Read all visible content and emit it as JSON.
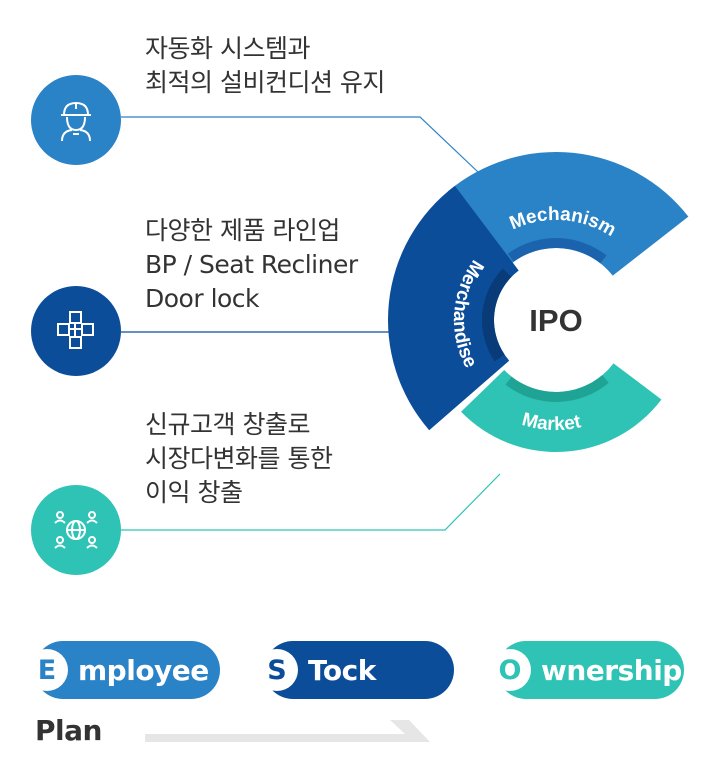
{
  "features": [
    {
      "icon": "worker-icon",
      "lines": [
        "자동화 시스템과",
        "최적의 설비컨디션 유지"
      ]
    },
    {
      "icon": "cubes-icon",
      "lines": [
        "다양한 제품 라인업",
        "BP / Seat Recliner",
        "Door lock"
      ]
    },
    {
      "icon": "globe-people-icon",
      "lines": [
        "신규고객 창출로",
        "시장다변화를 통한",
        "이익 창출"
      ]
    }
  ],
  "segments": {
    "mechanism": "Mechanism",
    "merchandise": "Merchandise",
    "market": "Market"
  },
  "center_label": "IPO",
  "esop": [
    {
      "letter": "E",
      "word": "mployee"
    },
    {
      "letter": "S",
      "word": "Tock"
    },
    {
      "letter": "O",
      "word": "wnership"
    }
  ],
  "plan_label": "Plan",
  "colors": {
    "mechanism": "#2a82c7",
    "merchandise": "#0c4d9a",
    "market": "#2ec3b4",
    "text": "#333333",
    "arrow": "#e6e6e6"
  }
}
